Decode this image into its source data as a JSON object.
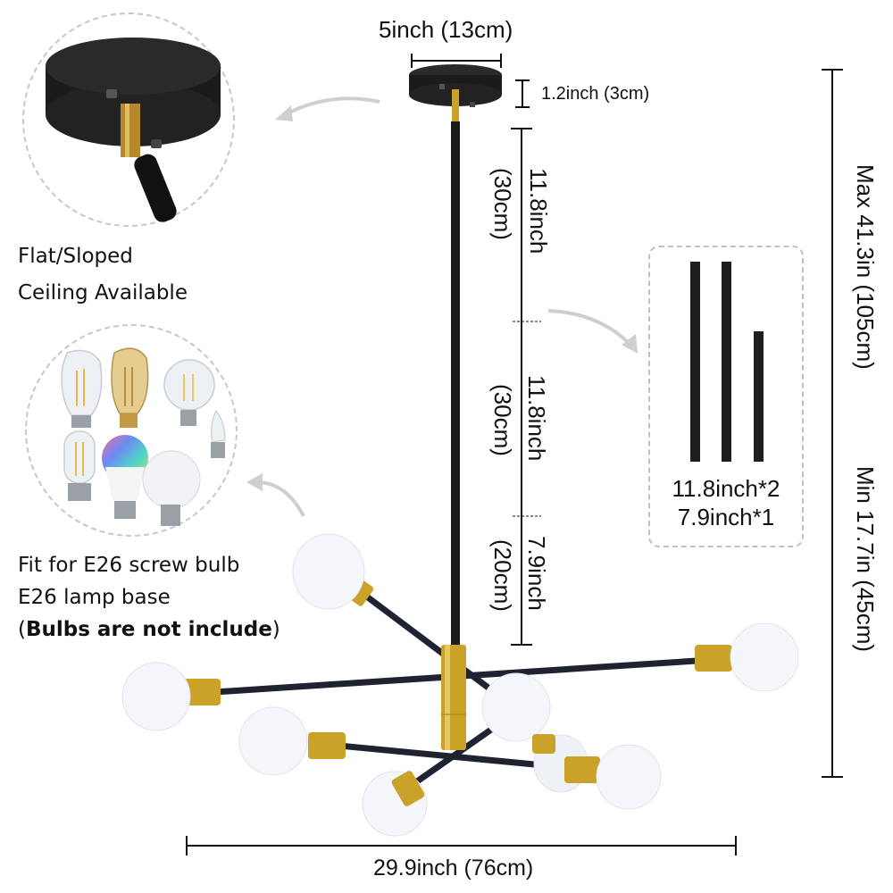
{
  "canopy": {
    "width_label": "5inch (13cm)",
    "height_label": "1.2inch (3cm)"
  },
  "rod_segments": [
    {
      "inch": "11.8inch",
      "cm": "(30cm)"
    },
    {
      "inch": "11.8inch",
      "cm": "(30cm)"
    },
    {
      "inch": "7.9inch",
      "cm": "(20cm)"
    }
  ],
  "overall_height": {
    "max_label": "Max 41.3in (105cm)",
    "min_label": "Min 17.7in (45cm)"
  },
  "overall_width": {
    "label": "29.9inch (76cm)"
  },
  "ceiling_feature": {
    "line1": "Flat/Sloped",
    "line2": "Ceiling Available"
  },
  "bulb_feature": {
    "line1": "Fit for E26 screw bulb",
    "line2": "E26 lamp base",
    "line3_open": "(",
    "line3_bold": "Bulbs are not include",
    "line3_close": ")"
  },
  "rods_included": {
    "line1": "11.8inch*2",
    "line2": "7.9inch*1"
  },
  "colors": {
    "black_metal": "#1a1a1a",
    "brass": "#c9a227",
    "bulb_white": "#f4f6fa",
    "dashed_gray": "#c8c8c8"
  },
  "icons": [
    "ceiling-canopy-closeup",
    "bulb-types-collage",
    "rods-illustration",
    "chandelier-product",
    "curved-arrow-icon"
  ]
}
